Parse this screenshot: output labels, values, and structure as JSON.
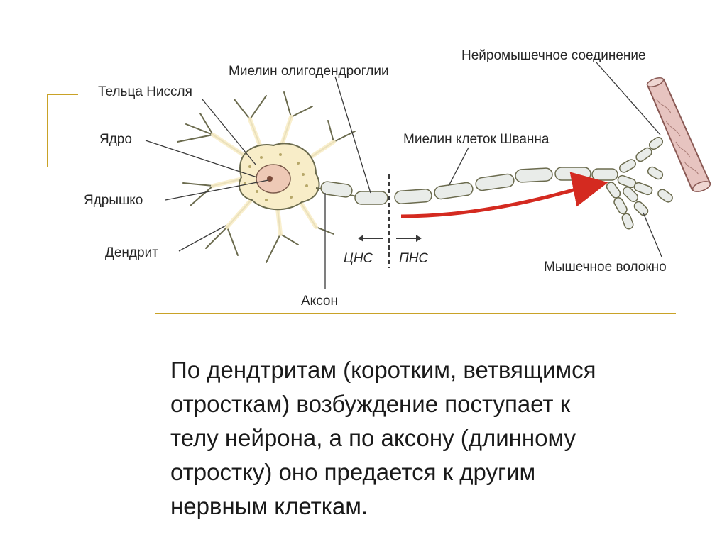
{
  "colors": {
    "accent_gold": "#c9a227",
    "cell_fill": "#f8edc8",
    "cell_stroke": "#6b6b4e",
    "nucleus": "#eec9b6",
    "myelin_fill": "#e9ece9",
    "muscle_fill": "#e7c4c0",
    "arrow_red": "#d42a20",
    "leader_line": "#3a3a3a",
    "text": "#262626"
  },
  "labels": {
    "nissl_bodies": "Тельца Нисcля",
    "nucleus": "Ядро",
    "nucleolus": "Ядрышко",
    "dendrite": "Дендрит",
    "oligodendroglia_myelin": "Миелин олигодендроглии",
    "schwann_myelin": "Миелин клеток Шванна",
    "neuromuscular_junction": "Нейромышечное соединение",
    "muscle_fiber": "Мышечное волокно",
    "axon": "Аксон",
    "cns": "ЦНС",
    "pns": "ПНС"
  },
  "caption": {
    "lines": [
      "По дендтритам (коротким, ветвящимся",
      "отросткам) возбуждение поступает к",
      "телу нейрона, а по аксону (длинному",
      "отростку) оно предается к другим",
      "нервным клеткам."
    ]
  }
}
